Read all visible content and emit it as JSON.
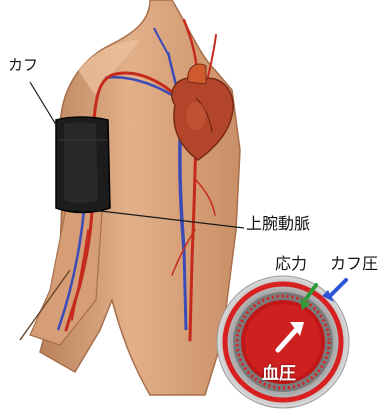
{
  "labels": {
    "cuff": "カフ",
    "brachial_artery": "上腕動脈",
    "stress": "応力",
    "cuff_pressure": "カフ圧",
    "blood_pressure": "血圧"
  },
  "colors": {
    "skin": "#d9a27a",
    "skin_shadow": "#b9825c",
    "cuff": "#1c1c1c",
    "artery": "#c62a1c",
    "vein": "#3b4cb8",
    "heart": "#b3452a",
    "ring_outer": "#bdbdbd",
    "ring_red": "#d82020",
    "blood": "#c01818",
    "stress_arrow": "#2e9a3a",
    "cuff_pressure_arrow": "#2d55d8"
  }
}
